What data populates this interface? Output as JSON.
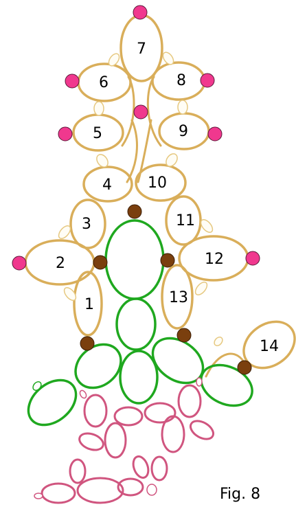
{
  "figure": {
    "caption": "Fig. 8",
    "colors": {
      "gold": "#D9AE5A",
      "green": "#1FA81F",
      "pink_ring": "#D0557F",
      "pink_dot": "#F0388E",
      "brown_dot": "#7A3F0E",
      "picot_stroke": "#E6C880",
      "picot_fill": "#FFFDF5"
    },
    "ring_labels": [
      "1",
      "2",
      "3",
      "4",
      "5",
      "6",
      "7",
      "8",
      "9",
      "10",
      "11",
      "12",
      "13",
      "14"
    ]
  }
}
